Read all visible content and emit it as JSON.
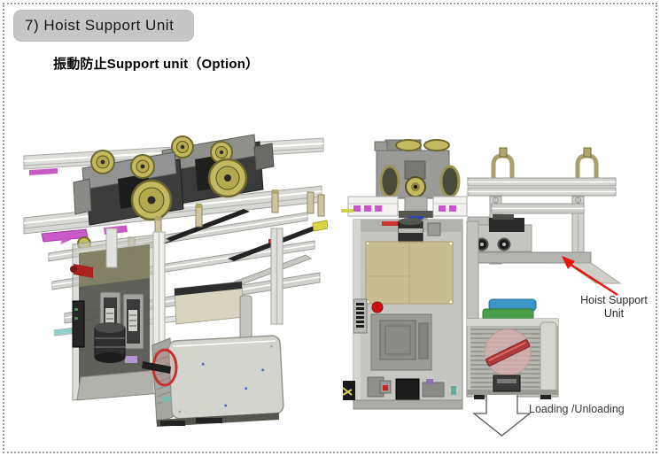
{
  "header": {
    "title": "7) Hoist Support Unit",
    "subtitle": "振動防止Support unit（Option）"
  },
  "annotations": {
    "hoist_label_line1": "Hoist Support",
    "hoist_label_line2": "Unit",
    "loading_label": "Loading /Unloading"
  },
  "colors": {
    "title_bg": "#c6c6c6",
    "border_dotted": "#9a9a9a",
    "pointer_arrow_red": "#e81510",
    "rail_magenta": "#c85ac8",
    "wheel_olive": "#c2b960",
    "carrier_green_bar": "#4aa04a",
    "carrier_blue_bar": "#3d96c8",
    "machine_gray": "#c6c6c2",
    "panel_tan": "#c5bd8e"
  },
  "figures": {
    "left_view": "hoist-isometric-view",
    "right_view": "hoist-front-view"
  }
}
